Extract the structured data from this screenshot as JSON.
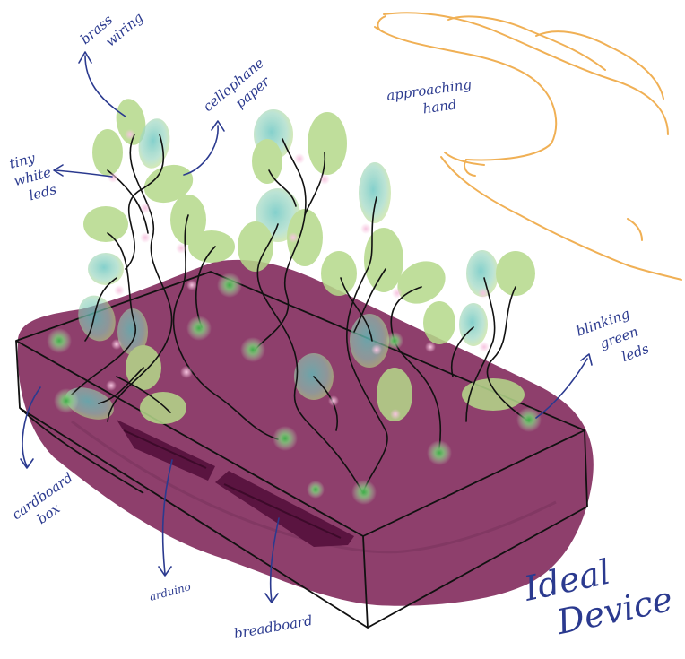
{
  "title": "Ideal Device",
  "colors": {
    "box": "#8e3f6c",
    "box_shadow": "#6e2a52",
    "arduino": "#5a1440",
    "leaf": "#b5d98a",
    "leaf_teal": "#6ec7c0",
    "green_led": "#4dbb55",
    "white_led": "#f0b8d8",
    "hand": "#f0b055",
    "annotation": "#2b3a8f"
  },
  "labels": {
    "brass_wiring": [
      "brass",
      "wiring"
    ],
    "cellophane_paper": [
      "cellophane",
      "paper"
    ],
    "tiny_white_leds": [
      "tiny",
      "white",
      "leds"
    ],
    "approaching_hand": [
      "approaching",
      "hand"
    ],
    "blinking_green_leds": [
      "blinking",
      "green",
      "leds"
    ],
    "cardboard_box": [
      "cardboard",
      "box"
    ],
    "arduino": "arduino",
    "breadboard": "breadboard",
    "title_lines": [
      "Ideal",
      "Device"
    ]
  }
}
